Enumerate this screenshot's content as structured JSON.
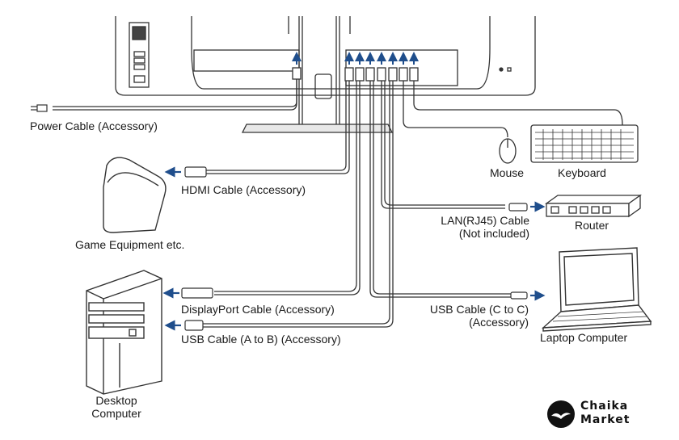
{
  "labels": {
    "power_cable": "Power Cable (Accessory)",
    "hdmi_cable": "HDMI Cable (Accessory)",
    "game_equipment": "Game Equipment etc.",
    "displayport_cable": "DisplayPort Cable (Accessory)",
    "usb_ab_cable": "USB Cable (A to B) (Accessory)",
    "desktop_line1": "Desktop",
    "desktop_line2": "Computer",
    "mouse": "Mouse",
    "keyboard": "Keyboard",
    "lan_line1": "LAN(RJ45) Cable",
    "lan_line2": "(Not included)",
    "router": "Router",
    "usb_cc_line1": "USB Cable (C to C)",
    "usb_cc_line2": "(Accessory)",
    "laptop": "Laptop Computer"
  },
  "brand": {
    "line1": "Chaika",
    "line2": "Market"
  },
  "colors": {
    "arrow": "#1f4e8c",
    "line": "#333333",
    "text": "#1a1a1a"
  }
}
